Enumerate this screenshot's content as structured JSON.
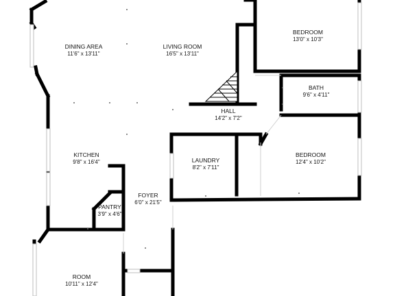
{
  "rooms": [
    {
      "id": "dining-area",
      "name": "DINING AREA",
      "dims": "11'6\" x 13'11\""
    },
    {
      "id": "living-room",
      "name": "LIVING ROOM",
      "dims": "16'5\" x 13'11\""
    },
    {
      "id": "bedroom-1",
      "name": "BEDROOM",
      "dims": "13'0\" x 10'3\""
    },
    {
      "id": "bath",
      "name": "BATH",
      "dims": "9'6\" x 4'11\""
    },
    {
      "id": "hall",
      "name": "HALL",
      "dims": "14'2\" x 7'2\""
    },
    {
      "id": "kitchen",
      "name": "KITCHEN",
      "dims": "9'8\" x 16'4\""
    },
    {
      "id": "laundry",
      "name": "LAUNDRY",
      "dims": "8'2\" x 7'11\""
    },
    {
      "id": "bedroom-2",
      "name": "BEDROOM",
      "dims": "12'4\" x 10'2\""
    },
    {
      "id": "foyer",
      "name": "FOYER",
      "dims": "6'0\" x 21'5\""
    },
    {
      "id": "pantry",
      "name": "PANTRY",
      "dims": "3'9\" x 4'6\""
    },
    {
      "id": "room",
      "name": "ROOM",
      "dims": "10'11\" x 12'4\""
    }
  ]
}
